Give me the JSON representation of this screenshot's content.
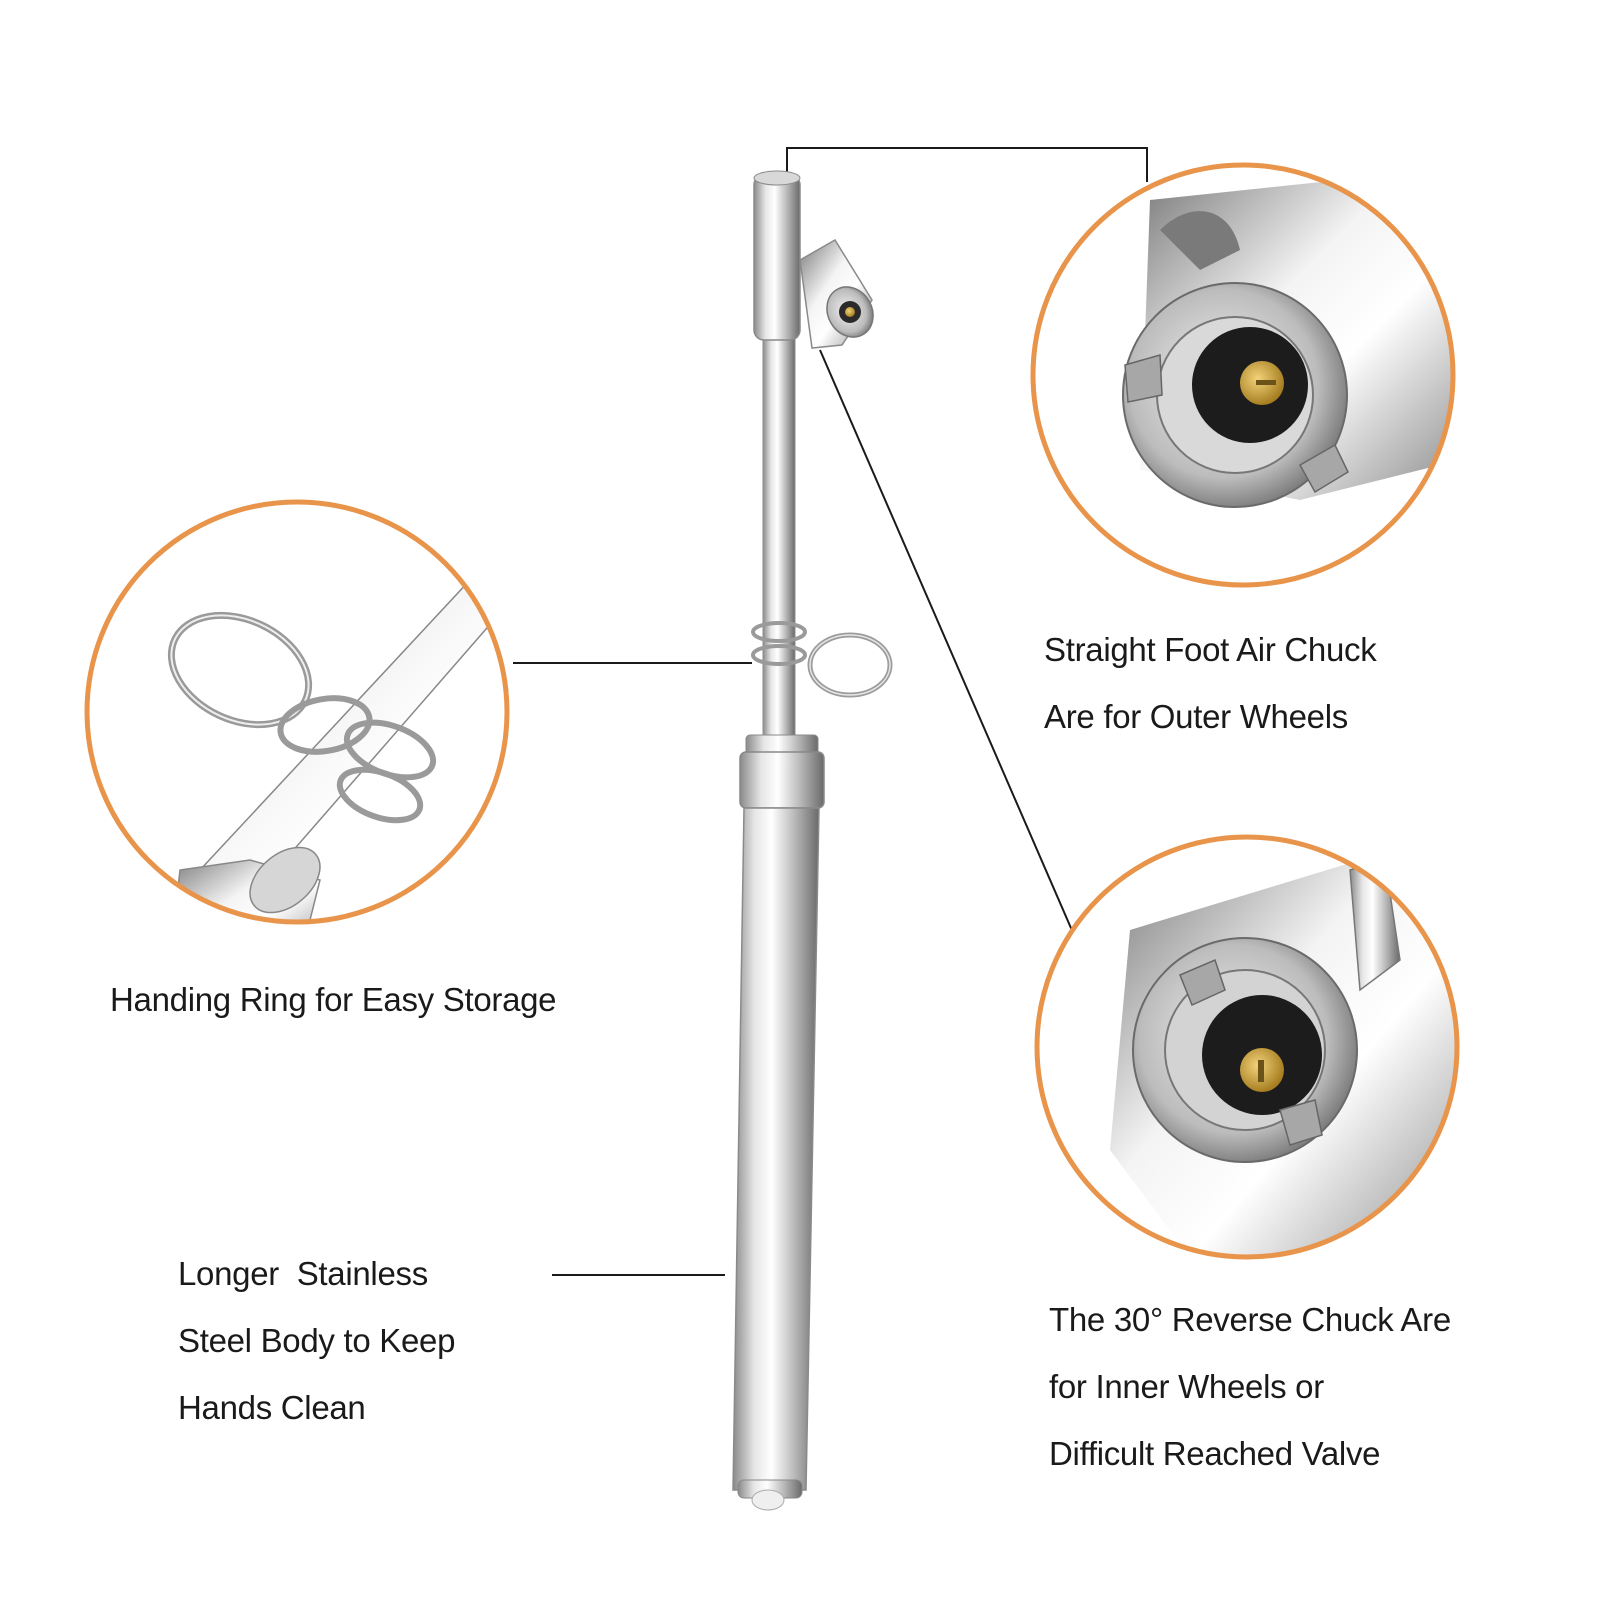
{
  "colors": {
    "background": "#ffffff",
    "circle_border": "#e8944a",
    "steel_light": "#f7f7f7",
    "steel_mid": "#c8c8c8",
    "steel_dark": "#6e6e6e",
    "brass": "#c9a23a",
    "leader_line": "#1a1a1a",
    "text": "#1a1a1a"
  },
  "captions": {
    "ring": [
      "Handing Ring for Easy Storage"
    ],
    "straight_chuck": [
      "Straight Foot Air Chuck",
      "Are for Outer Wheels"
    ],
    "reverse_chuck": [
      "The 30° Reverse Chuck Are",
      "for Inner Wheels or",
      "Difficult Reached Valve"
    ],
    "body": [
      "Longer  Stainless",
      "Steel Body to Keep",
      "Hands Clean"
    ]
  },
  "icons": {
    "product": "tire-gauge-icon",
    "ring_detail": "key-ring-icon",
    "straight_chuck_detail": "straight-chuck-icon",
    "reverse_chuck_detail": "reverse-chuck-icon"
  }
}
